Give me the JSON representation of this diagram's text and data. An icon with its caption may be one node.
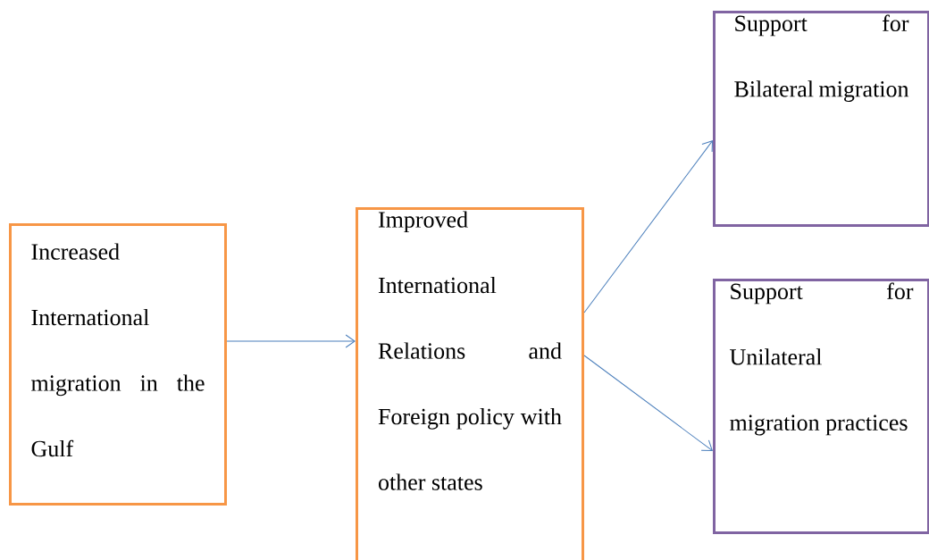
{
  "diagram": {
    "nodes": [
      {
        "text": [
          "Increased International migration in the Gulf"
        ]
      },
      {
        "text": [
          "Improved International Relations and Foreign policy with other states"
        ]
      },
      {
        "text": [
          "Support for Bilateral migration"
        ]
      },
      {
        "text": [
          "Support for Unilateral migration practices"
        ]
      }
    ],
    "edges": [
      {
        "from": 0,
        "to": 1,
        "arrow": "to"
      },
      {
        "from": 1,
        "to": 2,
        "arrow": "to"
      },
      {
        "from": 1,
        "to": 3,
        "arrow": "to"
      }
    ]
  }
}
